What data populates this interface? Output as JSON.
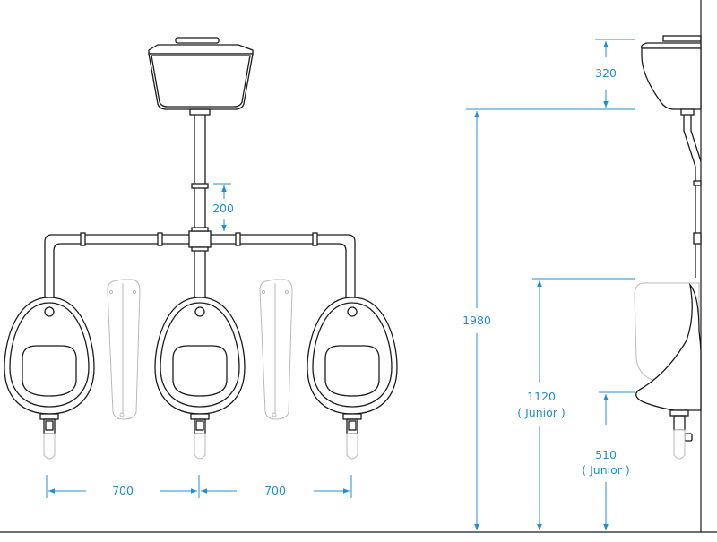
{
  "colors": {
    "dimension": "#1f8fd0",
    "outline": "#1b1b1b",
    "ghost": "#b9b9b9"
  },
  "dimensions": {
    "spacing_left": "700",
    "spacing_right": "700",
    "pipe_drop": "200",
    "cistern_height": "320",
    "total_height": "1980",
    "rim_height": "1120",
    "rim_height_note": "( Junior )",
    "lip_height": "510",
    "lip_height_note": "( Junior )"
  }
}
